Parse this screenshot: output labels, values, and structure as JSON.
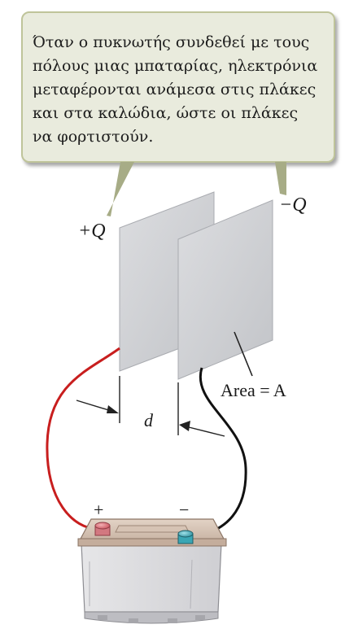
{
  "callout": {
    "text": "Όταν ο πυκνωτής συνδεθεί με τους πόλους μιας μπαταρίας, ηλεκτρόνια μεταφέρονται ανάμεσα στις πλάκες και στα καλώδια, ώστε οι πλάκες να φορτιστούν."
  },
  "labels": {
    "plus_q": "+Q",
    "minus_q": "−Q",
    "area": "Area = A",
    "distance": "d",
    "battery_plus": "+",
    "battery_minus": "−"
  },
  "colors": {
    "callout_bg": "#e9ebdd",
    "callout_border": "#bfc49a",
    "positive_wire": "#c81e1e",
    "negative_wire": "#111111",
    "plate": "#d2d3d6",
    "positive_terminal": "#d9727a",
    "negative_terminal": "#3aa6b4"
  }
}
